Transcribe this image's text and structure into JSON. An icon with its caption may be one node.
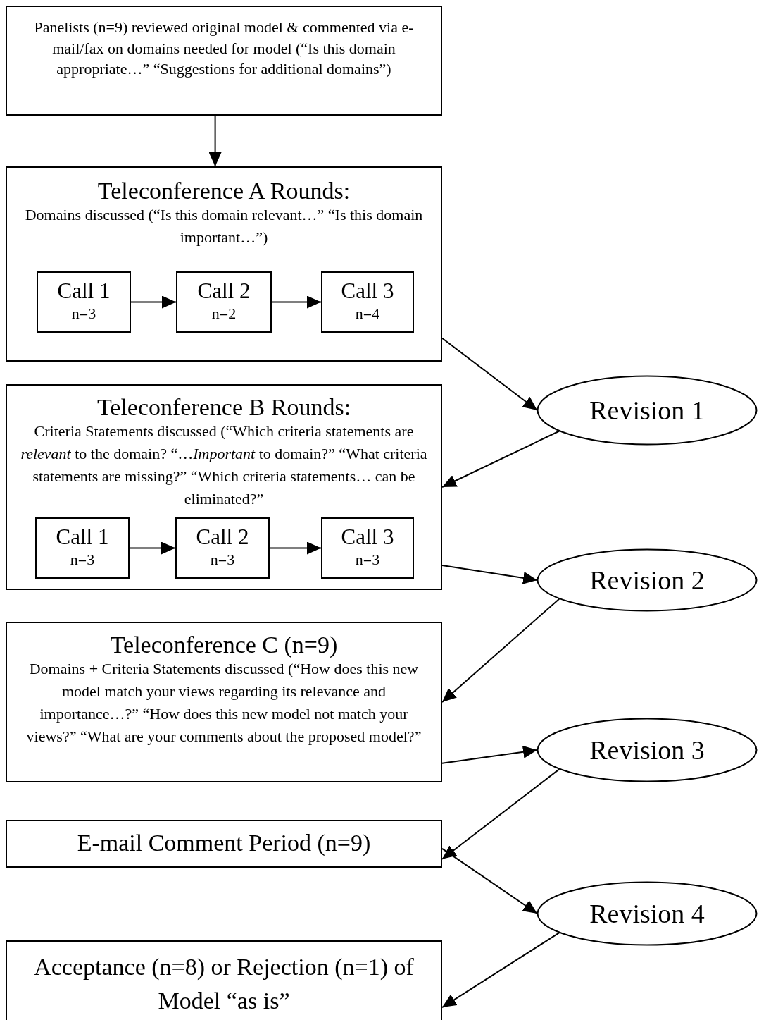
{
  "diagram": {
    "nodes": [
      {
        "text": [
          "Panelists (n=9) reviewed original model & commented via e-mail/fax on domains needed for model (“Is this domain appropriate…” “Suggestions for additional domains”)"
        ]
      },
      {
        "text": [
          "Teleconference A Rounds:",
          "Domains discussed (“Is this domain relevant…” “Is this domain important…”)"
        ]
      },
      {
        "text": [
          "Call 1",
          "n=3"
        ],
        "in": 1
      },
      {
        "text": [
          "Call 2",
          "n=2"
        ],
        "in": 1
      },
      {
        "text": [
          "Call 3",
          "n=4"
        ],
        "in": 1
      },
      {
        "text": [
          "Revision 1"
        ]
      },
      {
        "text": [
          "Teleconference B Rounds:",
          "Criteria Statements discussed (“Which criteria statements are *relevant* to the domain? “…*Important* to domain?” “What criteria statements are missing?” “Which criteria statements… can be eliminated?”"
        ]
      },
      {
        "text": [
          "Call 1",
          "n=3"
        ],
        "in": 6
      },
      {
        "text": [
          "Call 2",
          "n=3"
        ],
        "in": 6
      },
      {
        "text": [
          "Call 3",
          "n=3"
        ],
        "in": 6
      },
      {
        "text": [
          "Revision 2"
        ]
      },
      {
        "text": [
          "Teleconference C (n=9)",
          "Domains + Criteria Statements discussed (“How does this new model match your views regarding its relevance and importance…?” “How does this new model not match your views?” “What are your comments about the proposed model?”"
        ]
      },
      {
        "text": [
          "Revision 3"
        ]
      },
      {
        "text": [
          "E-mail Comment Period (n=9)"
        ]
      },
      {
        "text": [
          "Revision 4"
        ]
      },
      {
        "text": [
          "Acceptance (n=8) or Rejection (n=1) of Model “as is”"
        ]
      }
    ],
    "edges": [
      {
        "from": 0,
        "to": 1,
        "arrow": "to"
      },
      {
        "from": 2,
        "to": 3,
        "arrow": "to"
      },
      {
        "from": 3,
        "to": 4,
        "arrow": "to"
      },
      {
        "from": 1,
        "to": 5,
        "arrow": "to"
      },
      {
        "from": 5,
        "to": 6,
        "arrow": "to"
      },
      {
        "from": 7,
        "to": 8,
        "arrow": "to"
      },
      {
        "from": 8,
        "to": 9,
        "arrow": "to"
      },
      {
        "from": 6,
        "to": 10,
        "arrow": "to"
      },
      {
        "from": 10,
        "to": 11,
        "arrow": "to"
      },
      {
        "from": 11,
        "to": 12,
        "arrow": "to"
      },
      {
        "from": 12,
        "to": 13,
        "arrow": "to"
      },
      {
        "from": 13,
        "to": 14,
        "arrow": "to"
      },
      {
        "from": 14,
        "to": 15,
        "arrow": "to"
      }
    ]
  }
}
